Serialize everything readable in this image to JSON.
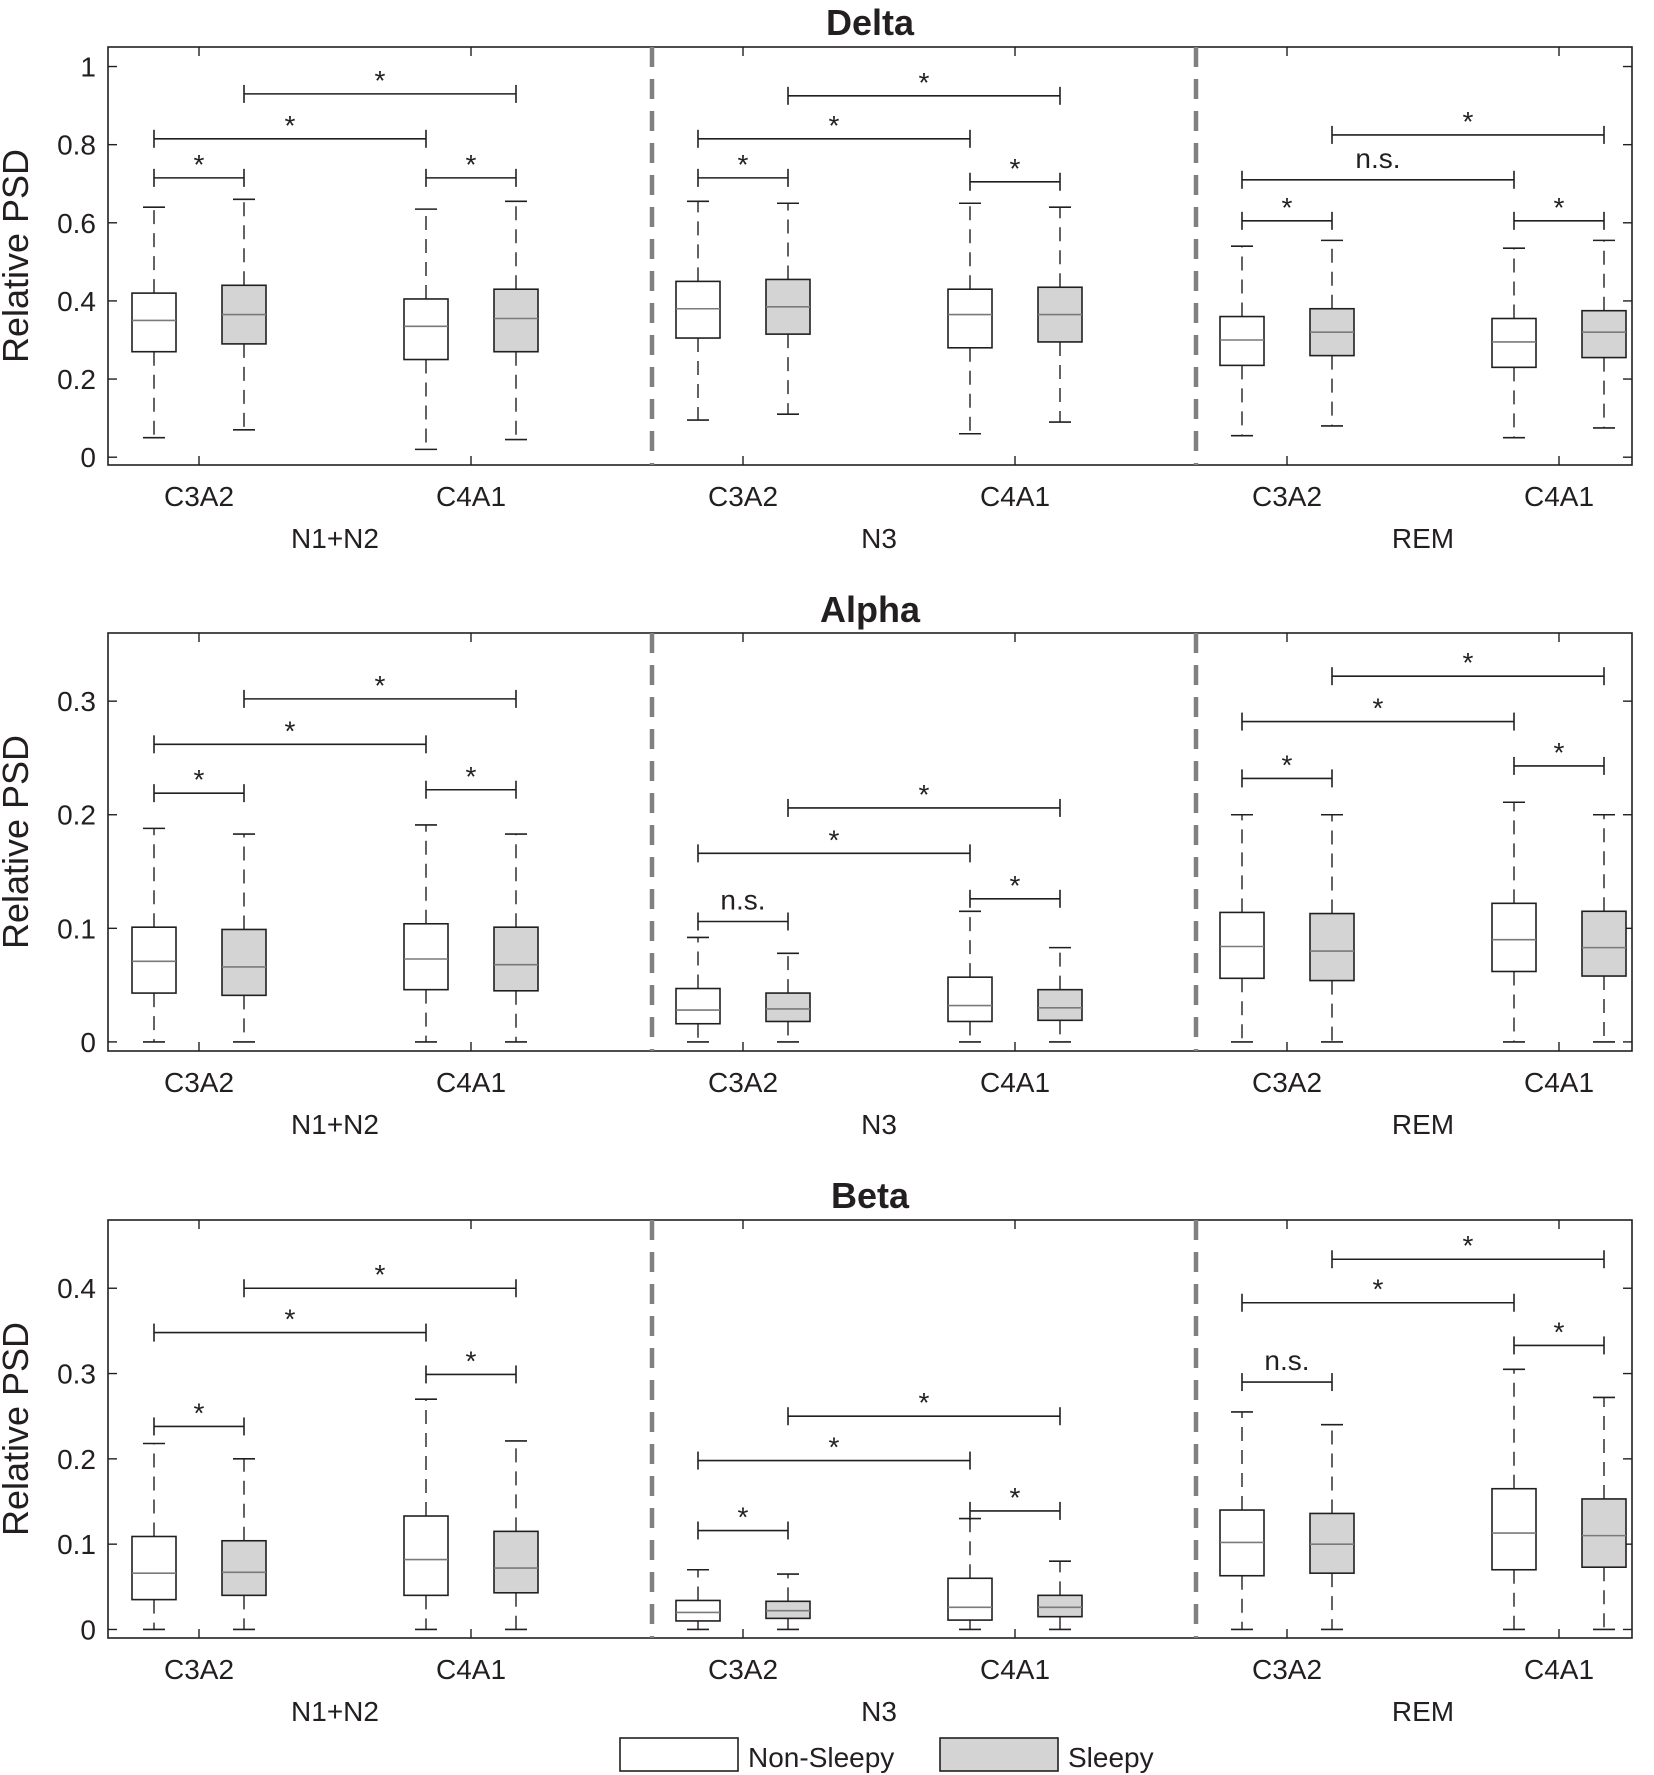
{
  "chart_data": [
    {
      "type": "box",
      "title": "Delta",
      "ylabel": "Relative PSD",
      "ylim": [
        -0.02,
        1.05
      ],
      "yticks": [
        0,
        0.2,
        0.4,
        0.6,
        0.8,
        1
      ],
      "ytick_labels": [
        "0",
        "0.2",
        "0.4",
        "0.6",
        "0.8",
        "1"
      ],
      "stages": [
        "N1+N2",
        "N3",
        "REM"
      ],
      "channels": [
        "C3A2",
        "C4A1"
      ],
      "boxes": [
        {
          "stage": "N1+N2",
          "channel": "C3A2",
          "group": "Non-Sleepy",
          "whisker_low": 0.05,
          "q1": 0.27,
          "median": 0.35,
          "q3": 0.42,
          "whisker_high": 0.64
        },
        {
          "stage": "N1+N2",
          "channel": "C3A2",
          "group": "Sleepy",
          "whisker_low": 0.07,
          "q1": 0.29,
          "median": 0.365,
          "q3": 0.44,
          "whisker_high": 0.66
        },
        {
          "stage": "N1+N2",
          "channel": "C4A1",
          "group": "Non-Sleepy",
          "whisker_low": 0.02,
          "q1": 0.25,
          "median": 0.335,
          "q3": 0.405,
          "whisker_high": 0.635
        },
        {
          "stage": "N1+N2",
          "channel": "C4A1",
          "group": "Sleepy",
          "whisker_low": 0.045,
          "q1": 0.27,
          "median": 0.355,
          "q3": 0.43,
          "whisker_high": 0.655
        },
        {
          "stage": "N3",
          "channel": "C3A2",
          "group": "Non-Sleepy",
          "whisker_low": 0.095,
          "q1": 0.305,
          "median": 0.38,
          "q3": 0.45,
          "whisker_high": 0.655
        },
        {
          "stage": "N3",
          "channel": "C3A2",
          "group": "Sleepy",
          "whisker_low": 0.11,
          "q1": 0.315,
          "median": 0.385,
          "q3": 0.455,
          "whisker_high": 0.65
        },
        {
          "stage": "N3",
          "channel": "C4A1",
          "group": "Non-Sleepy",
          "whisker_low": 0.06,
          "q1": 0.28,
          "median": 0.365,
          "q3": 0.43,
          "whisker_high": 0.65
        },
        {
          "stage": "N3",
          "channel": "C4A1",
          "group": "Sleepy",
          "whisker_low": 0.09,
          "q1": 0.295,
          "median": 0.365,
          "q3": 0.435,
          "whisker_high": 0.64
        },
        {
          "stage": "REM",
          "channel": "C3A2",
          "group": "Non-Sleepy",
          "whisker_low": 0.055,
          "q1": 0.235,
          "median": 0.3,
          "q3": 0.36,
          "whisker_high": 0.54
        },
        {
          "stage": "REM",
          "channel": "C3A2",
          "group": "Sleepy",
          "whisker_low": 0.08,
          "q1": 0.26,
          "median": 0.32,
          "q3": 0.38,
          "whisker_high": 0.555
        },
        {
          "stage": "REM",
          "channel": "C4A1",
          "group": "Non-Sleepy",
          "whisker_low": 0.05,
          "q1": 0.23,
          "median": 0.295,
          "q3": 0.355,
          "whisker_high": 0.535
        },
        {
          "stage": "REM",
          "channel": "C4A1",
          "group": "Sleepy",
          "whisker_low": 0.075,
          "q1": 0.255,
          "median": 0.32,
          "q3": 0.375,
          "whisker_high": 0.555
        }
      ],
      "comparisons": [
        {
          "stage": "N1+N2",
          "from": "C3A2 Non-Sleepy",
          "to": "C3A2 Sleepy",
          "label": "*",
          "y": 0.715
        },
        {
          "stage": "N1+N2",
          "from": "C4A1 Non-Sleepy",
          "to": "C4A1 Sleepy",
          "label": "*",
          "y": 0.715
        },
        {
          "stage": "N1+N2",
          "from": "C3A2 Non-Sleepy",
          "to": "C4A1 Non-Sleepy",
          "label": "*",
          "y": 0.815
        },
        {
          "stage": "N1+N2",
          "from": "C3A2 Sleepy",
          "to": "C4A1 Sleepy",
          "label": "*",
          "y": 0.93
        },
        {
          "stage": "N3",
          "from": "C3A2 Non-Sleepy",
          "to": "C3A2 Sleepy",
          "label": "*",
          "y": 0.715
        },
        {
          "stage": "N3",
          "from": "C4A1 Non-Sleepy",
          "to": "C4A1 Sleepy",
          "label": "*",
          "y": 0.705
        },
        {
          "stage": "N3",
          "from": "C3A2 Non-Sleepy",
          "to": "C4A1 Non-Sleepy",
          "label": "*",
          "y": 0.815
        },
        {
          "stage": "N3",
          "from": "C3A2 Sleepy",
          "to": "C4A1 Sleepy",
          "label": "*",
          "y": 0.925
        },
        {
          "stage": "REM",
          "from": "C3A2 Non-Sleepy",
          "to": "C3A2 Sleepy",
          "label": "*",
          "y": 0.605
        },
        {
          "stage": "REM",
          "from": "C4A1 Non-Sleepy",
          "to": "C4A1 Sleepy",
          "label": "*",
          "y": 0.605
        },
        {
          "stage": "REM",
          "from": "C3A2 Non-Sleepy",
          "to": "C4A1 Non-Sleepy",
          "label": "n.s.",
          "y": 0.71
        },
        {
          "stage": "REM",
          "from": "C3A2 Sleepy",
          "to": "C4A1 Sleepy",
          "label": "*",
          "y": 0.825
        }
      ]
    },
    {
      "type": "box",
      "title": "Alpha",
      "ylabel": "Relative PSD",
      "ylim": [
        -0.008,
        0.36
      ],
      "yticks": [
        0,
        0.1,
        0.2,
        0.3
      ],
      "ytick_labels": [
        "0",
        "0.1",
        "0.2",
        "0.3"
      ],
      "stages": [
        "N1+N2",
        "N3",
        "REM"
      ],
      "channels": [
        "C3A2",
        "C4A1"
      ],
      "boxes": [
        {
          "stage": "N1+N2",
          "channel": "C3A2",
          "group": "Non-Sleepy",
          "whisker_low": 0,
          "q1": 0.043,
          "median": 0.071,
          "q3": 0.101,
          "whisker_high": 0.188
        },
        {
          "stage": "N1+N2",
          "channel": "C3A2",
          "group": "Sleepy",
          "whisker_low": 0,
          "q1": 0.041,
          "median": 0.066,
          "q3": 0.099,
          "whisker_high": 0.183
        },
        {
          "stage": "N1+N2",
          "channel": "C4A1",
          "group": "Non-Sleepy",
          "whisker_low": 0,
          "q1": 0.046,
          "median": 0.073,
          "q3": 0.104,
          "whisker_high": 0.191
        },
        {
          "stage": "N1+N2",
          "channel": "C4A1",
          "group": "Sleepy",
          "whisker_low": 0,
          "q1": 0.045,
          "median": 0.068,
          "q3": 0.101,
          "whisker_high": 0.183
        },
        {
          "stage": "N3",
          "channel": "C3A2",
          "group": "Non-Sleepy",
          "whisker_low": 0,
          "q1": 0.016,
          "median": 0.028,
          "q3": 0.047,
          "whisker_high": 0.092
        },
        {
          "stage": "N3",
          "channel": "C3A2",
          "group": "Sleepy",
          "whisker_low": 0,
          "q1": 0.018,
          "median": 0.029,
          "q3": 0.043,
          "whisker_high": 0.078
        },
        {
          "stage": "N3",
          "channel": "C4A1",
          "group": "Non-Sleepy",
          "whisker_low": 0,
          "q1": 0.018,
          "median": 0.032,
          "q3": 0.057,
          "whisker_high": 0.115
        },
        {
          "stage": "N3",
          "channel": "C4A1",
          "group": "Sleepy",
          "whisker_low": 0,
          "q1": 0.019,
          "median": 0.03,
          "q3": 0.046,
          "whisker_high": 0.083
        },
        {
          "stage": "REM",
          "channel": "C3A2",
          "group": "Non-Sleepy",
          "whisker_low": 0,
          "q1": 0.056,
          "median": 0.084,
          "q3": 0.114,
          "whisker_high": 0.2
        },
        {
          "stage": "REM",
          "channel": "C3A2",
          "group": "Sleepy",
          "whisker_low": 0,
          "q1": 0.054,
          "median": 0.08,
          "q3": 0.113,
          "whisker_high": 0.2
        },
        {
          "stage": "REM",
          "channel": "C4A1",
          "group": "Non-Sleepy",
          "whisker_low": 0,
          "q1": 0.062,
          "median": 0.09,
          "q3": 0.122,
          "whisker_high": 0.211
        },
        {
          "stage": "REM",
          "channel": "C4A1",
          "group": "Sleepy",
          "whisker_low": 0,
          "q1": 0.058,
          "median": 0.083,
          "q3": 0.115,
          "whisker_high": 0.2
        }
      ],
      "comparisons": [
        {
          "stage": "N1+N2",
          "from": "C3A2 Non-Sleepy",
          "to": "C3A2 Sleepy",
          "label": "*",
          "y": 0.219
        },
        {
          "stage": "N1+N2",
          "from": "C4A1 Non-Sleepy",
          "to": "C4A1 Sleepy",
          "label": "*",
          "y": 0.222
        },
        {
          "stage": "N1+N2",
          "from": "C3A2 Non-Sleepy",
          "to": "C4A1 Non-Sleepy",
          "label": "*",
          "y": 0.262
        },
        {
          "stage": "N1+N2",
          "from": "C3A2 Sleepy",
          "to": "C4A1 Sleepy",
          "label": "*",
          "y": 0.302
        },
        {
          "stage": "N3",
          "from": "C3A2 Non-Sleepy",
          "to": "C3A2 Sleepy",
          "label": "n.s.",
          "y": 0.106
        },
        {
          "stage": "N3",
          "from": "C4A1 Non-Sleepy",
          "to": "C4A1 Sleepy",
          "label": "*",
          "y": 0.126
        },
        {
          "stage": "N3",
          "from": "C3A2 Non-Sleepy",
          "to": "C4A1 Non-Sleepy",
          "label": "*",
          "y": 0.166
        },
        {
          "stage": "N3",
          "from": "C3A2 Sleepy",
          "to": "C4A1 Sleepy",
          "label": "*",
          "y": 0.206
        },
        {
          "stage": "REM",
          "from": "C3A2 Non-Sleepy",
          "to": "C3A2 Sleepy",
          "label": "*",
          "y": 0.232
        },
        {
          "stage": "REM",
          "from": "C4A1 Non-Sleepy",
          "to": "C4A1 Sleepy",
          "label": "*",
          "y": 0.243
        },
        {
          "stage": "REM",
          "from": "C3A2 Non-Sleepy",
          "to": "C4A1 Non-Sleepy",
          "label": "*",
          "y": 0.282
        },
        {
          "stage": "REM",
          "from": "C3A2 Sleepy",
          "to": "C4A1 Sleepy",
          "label": "*",
          "y": 0.322
        }
      ]
    },
    {
      "type": "box",
      "title": "Beta",
      "ylabel": "Relative PSD",
      "ylim": [
        -0.01,
        0.48
      ],
      "yticks": [
        0,
        0.1,
        0.2,
        0.3,
        0.4
      ],
      "ytick_labels": [
        "0",
        "0.1",
        "0.2",
        "0.3",
        "0.4"
      ],
      "stages": [
        "N1+N2",
        "N3",
        "REM"
      ],
      "channels": [
        "C3A2",
        "C4A1"
      ],
      "boxes": [
        {
          "stage": "N1+N2",
          "channel": "C3A2",
          "group": "Non-Sleepy",
          "whisker_low": 0,
          "q1": 0.035,
          "median": 0.066,
          "q3": 0.109,
          "whisker_high": 0.218
        },
        {
          "stage": "N1+N2",
          "channel": "C3A2",
          "group": "Sleepy",
          "whisker_low": 0,
          "q1": 0.04,
          "median": 0.067,
          "q3": 0.104,
          "whisker_high": 0.2
        },
        {
          "stage": "N1+N2",
          "channel": "C4A1",
          "group": "Non-Sleepy",
          "whisker_low": 0,
          "q1": 0.04,
          "median": 0.082,
          "q3": 0.133,
          "whisker_high": 0.27
        },
        {
          "stage": "N1+N2",
          "channel": "C4A1",
          "group": "Sleepy",
          "whisker_low": 0,
          "q1": 0.043,
          "median": 0.072,
          "q3": 0.115,
          "whisker_high": 0.221
        },
        {
          "stage": "N3",
          "channel": "C3A2",
          "group": "Non-Sleepy",
          "whisker_low": 0,
          "q1": 0.01,
          "median": 0.02,
          "q3": 0.034,
          "whisker_high": 0.07
        },
        {
          "stage": "N3",
          "channel": "C3A2",
          "group": "Sleepy",
          "whisker_low": 0,
          "q1": 0.013,
          "median": 0.022,
          "q3": 0.033,
          "whisker_high": 0.065
        },
        {
          "stage": "N3",
          "channel": "C4A1",
          "group": "Non-Sleepy",
          "whisker_low": 0,
          "q1": 0.011,
          "median": 0.026,
          "q3": 0.06,
          "whisker_high": 0.13
        },
        {
          "stage": "N3",
          "channel": "C4A1",
          "group": "Sleepy",
          "whisker_low": 0,
          "q1": 0.015,
          "median": 0.026,
          "q3": 0.04,
          "whisker_high": 0.08
        },
        {
          "stage": "REM",
          "channel": "C3A2",
          "group": "Non-Sleepy",
          "whisker_low": 0,
          "q1": 0.063,
          "median": 0.102,
          "q3": 0.14,
          "whisker_high": 0.255
        },
        {
          "stage": "REM",
          "channel": "C3A2",
          "group": "Sleepy",
          "whisker_low": 0,
          "q1": 0.066,
          "median": 0.1,
          "q3": 0.136,
          "whisker_high": 0.24
        },
        {
          "stage": "REM",
          "channel": "C4A1",
          "group": "Non-Sleepy",
          "whisker_low": 0,
          "q1": 0.07,
          "median": 0.113,
          "q3": 0.165,
          "whisker_high": 0.305
        },
        {
          "stage": "REM",
          "channel": "C4A1",
          "group": "Sleepy",
          "whisker_low": 0,
          "q1": 0.073,
          "median": 0.11,
          "q3": 0.153,
          "whisker_high": 0.272
        }
      ],
      "comparisons": [
        {
          "stage": "N1+N2",
          "from": "C3A2 Non-Sleepy",
          "to": "C3A2 Sleepy",
          "label": "*",
          "y": 0.238
        },
        {
          "stage": "N1+N2",
          "from": "C4A1 Non-Sleepy",
          "to": "C4A1 Sleepy",
          "label": "*",
          "y": 0.299
        },
        {
          "stage": "N1+N2",
          "from": "C3A2 Non-Sleepy",
          "to": "C4A1 Non-Sleepy",
          "label": "*",
          "y": 0.348
        },
        {
          "stage": "N1+N2",
          "from": "C3A2 Sleepy",
          "to": "C4A1 Sleepy",
          "label": "*",
          "y": 0.4
        },
        {
          "stage": "N3",
          "from": "C3A2 Non-Sleepy",
          "to": "C3A2 Sleepy",
          "label": "*",
          "y": 0.116
        },
        {
          "stage": "N3",
          "from": "C4A1 Non-Sleepy",
          "to": "C4A1 Sleepy",
          "label": "*",
          "y": 0.139
        },
        {
          "stage": "N3",
          "from": "C3A2 Non-Sleepy",
          "to": "C4A1 Non-Sleepy",
          "label": "*",
          "y": 0.198
        },
        {
          "stage": "N3",
          "from": "C3A2 Sleepy",
          "to": "C4A1 Sleepy",
          "label": "*",
          "y": 0.25
        },
        {
          "stage": "REM",
          "from": "C3A2 Non-Sleepy",
          "to": "C3A2 Sleepy",
          "label": "n.s.",
          "y": 0.29
        },
        {
          "stage": "REM",
          "from": "C4A1 Non-Sleepy",
          "to": "C4A1 Sleepy",
          "label": "*",
          "y": 0.333
        },
        {
          "stage": "REM",
          "from": "C3A2 Non-Sleepy",
          "to": "C4A1 Non-Sleepy",
          "label": "*",
          "y": 0.383
        },
        {
          "stage": "REM",
          "from": "C3A2 Sleepy",
          "to": "C4A1 Sleepy",
          "label": "*",
          "y": 0.434
        }
      ]
    }
  ],
  "legend": {
    "position": "bottom-center",
    "items": [
      {
        "label": "Non-Sleepy",
        "fill": "#ffffff"
      },
      {
        "label": "Sleepy",
        "fill": "#d4d4d4"
      }
    ]
  },
  "colors": {
    "axis": "#231f20",
    "sleepy_fill": "#d4d4d4",
    "non_sleepy_fill": "#ffffff",
    "median_line": "#7a7a7a",
    "stage_divider": "#808080"
  }
}
